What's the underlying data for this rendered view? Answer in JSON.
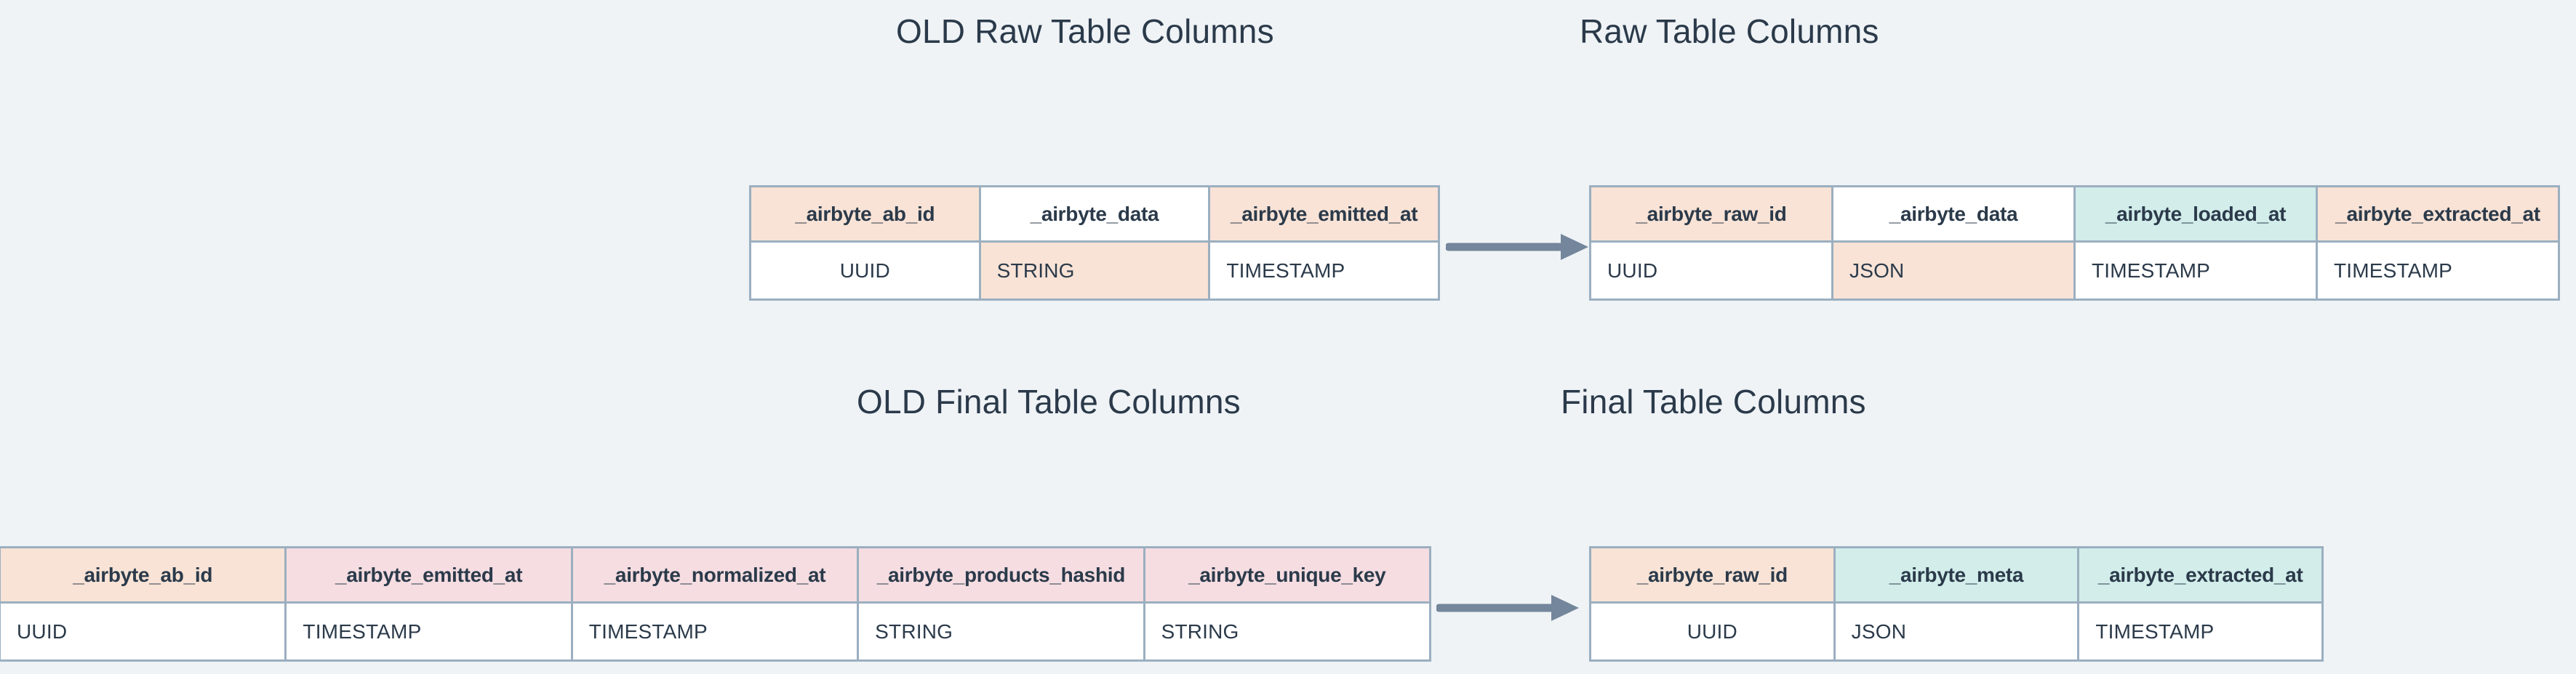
{
  "page": {
    "background_color": "#eff3f6",
    "text_color": "#2b3a4a",
    "border_color": "#9bafc0",
    "arrow_color": "#74869b",
    "highlight_colors": {
      "peach": "#f8e3d6",
      "mint": "#d2edea",
      "pink": "#f5dde1",
      "white": "#ffffff"
    }
  },
  "sections": {
    "raw": {
      "old_title": "OLD Raw Table Columns",
      "new_title": "Raw Table Columns",
      "arrow_label": "migrates-to",
      "old_table": {
        "headers": [
          {
            "label": "_airbyte_ab_id",
            "bg": "peach"
          },
          {
            "label": "_airbyte_data",
            "bg": "white"
          },
          {
            "label": "_airbyte_emitted_at",
            "bg": "peach"
          }
        ],
        "values": [
          {
            "label": "UUID",
            "bg": "white"
          },
          {
            "label": "STRING",
            "bg": "peach"
          },
          {
            "label": "TIMESTAMP",
            "bg": "white"
          }
        ]
      },
      "new_table": {
        "headers": [
          {
            "label": "_airbyte_raw_id",
            "bg": "peach"
          },
          {
            "label": "_airbyte_data",
            "bg": "white"
          },
          {
            "label": "_airbyte_loaded_at",
            "bg": "mint"
          },
          {
            "label": "_airbyte_extracted_at",
            "bg": "peach"
          }
        ],
        "values": [
          {
            "label": "UUID",
            "bg": "white"
          },
          {
            "label": "JSON",
            "bg": "peach"
          },
          {
            "label": "TIMESTAMP",
            "bg": "white"
          },
          {
            "label": "TIMESTAMP",
            "bg": "white"
          }
        ]
      }
    },
    "final": {
      "old_title": "OLD Final Table Columns",
      "new_title": "Final Table Columns",
      "arrow_label": "migrates-to",
      "old_table": {
        "headers": [
          {
            "label": "_airbyte_ab_id",
            "bg": "peach"
          },
          {
            "label": "_airbyte_emitted_at",
            "bg": "pink"
          },
          {
            "label": "_airbyte_normalized_at",
            "bg": "pink"
          },
          {
            "label": "_airbyte_products_hashid",
            "bg": "pink"
          },
          {
            "label": "_airbyte_unique_key",
            "bg": "pink"
          }
        ],
        "values": [
          {
            "label": "UUID",
            "bg": "white"
          },
          {
            "label": "TIMESTAMP",
            "bg": "white"
          },
          {
            "label": "TIMESTAMP",
            "bg": "white"
          },
          {
            "label": "STRING",
            "bg": "white"
          },
          {
            "label": "STRING",
            "bg": "white"
          }
        ]
      },
      "new_table": {
        "headers": [
          {
            "label": "_airbyte_raw_id",
            "bg": "peach"
          },
          {
            "label": "_airbyte_meta",
            "bg": "mint"
          },
          {
            "label": "_airbyte_extracted_at",
            "bg": "mint"
          }
        ],
        "values": [
          {
            "label": "UUID",
            "bg": "white"
          },
          {
            "label": "JSON",
            "bg": "white"
          },
          {
            "label": "TIMESTAMP",
            "bg": "white"
          }
        ]
      }
    }
  }
}
